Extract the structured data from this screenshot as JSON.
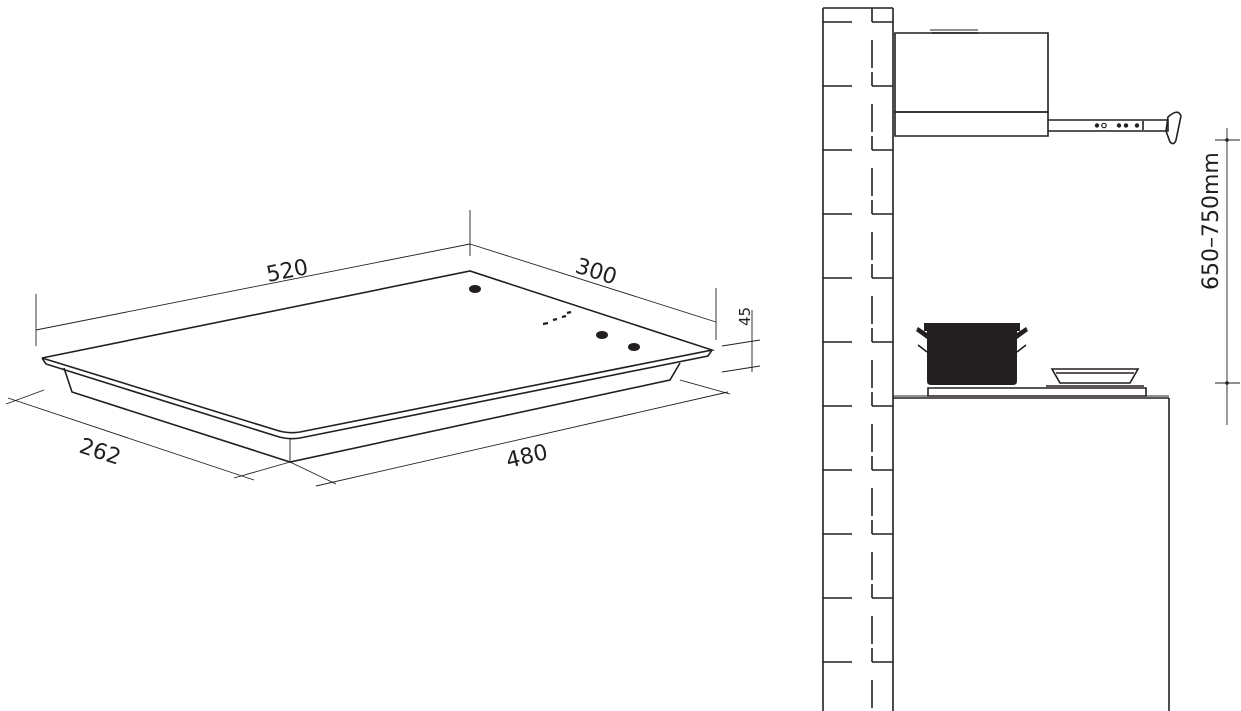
{
  "hob": {
    "dimensions": {
      "top_width": "520",
      "top_depth": "300",
      "thickness": "45",
      "cutout_depth": "262",
      "cutout_width": "480"
    }
  },
  "installation": {
    "height_range": "650–750mm"
  }
}
